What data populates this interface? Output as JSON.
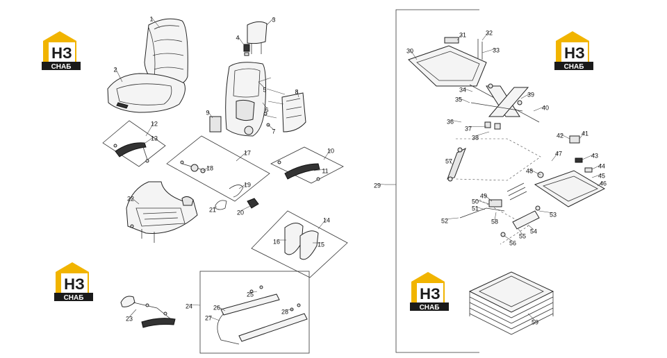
{
  "logo": {
    "mark_text": "НЗ",
    "word_text": "СНАБ",
    "colors": {
      "roof": "#f1b400",
      "mark": "#1a1a1a",
      "bar": "#1a1a1a",
      "bar_text": "#ffffff"
    }
  },
  "callouts": [
    "1",
    "2",
    "3",
    "4",
    "5",
    "6",
    "7",
    "8",
    "9",
    "10",
    "11",
    "12",
    "13",
    "14",
    "15",
    "16",
    "17",
    "18",
    "19",
    "20",
    "21",
    "22",
    "23",
    "24",
    "25",
    "26",
    "27",
    "28",
    "29",
    "30",
    "31",
    "32",
    "33",
    "34",
    "35",
    "36",
    "37",
    "38",
    "39",
    "40",
    "41",
    "42",
    "43",
    "44",
    "45",
    "46",
    "47",
    "48",
    "49",
    "50",
    "51",
    "52",
    "53",
    "54",
    "55",
    "56",
    "57",
    "58",
    "59"
  ]
}
